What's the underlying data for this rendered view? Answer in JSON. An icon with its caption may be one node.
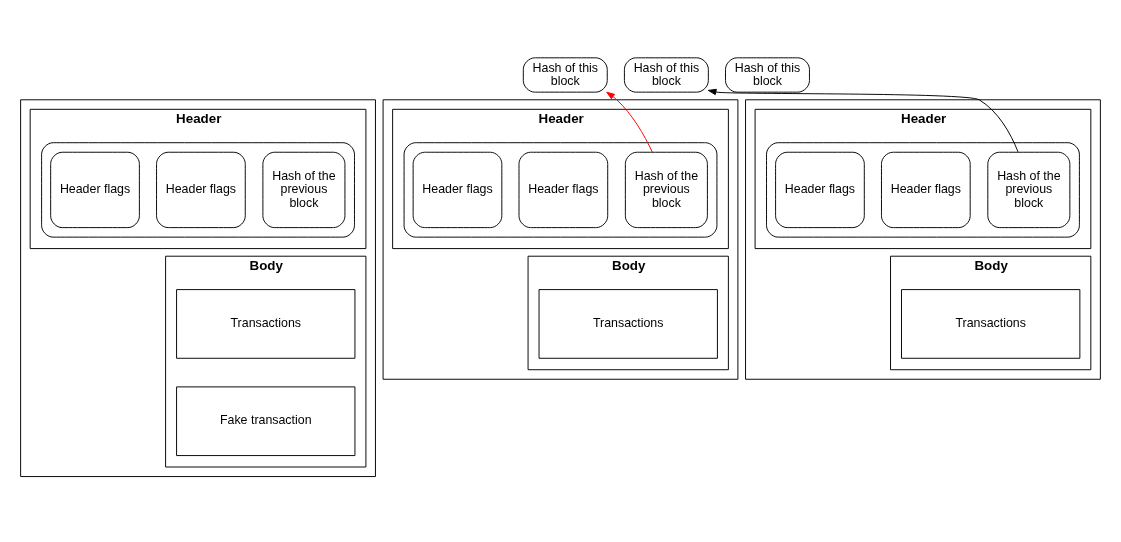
{
  "diagram": {
    "nodes": [
      {
        "text": [
          "Hash of this block"
        ]
      },
      {
        "text": [
          "Hash of this block"
        ]
      },
      {
        "text": [
          "Hash of this block"
        ]
      },
      {
        "text": [],
        "shape": "box"
      },
      {
        "text": [
          "Header"
        ],
        "in": 3
      },
      {
        "text": [],
        "shape": "box",
        "in": 4
      },
      {
        "text": [
          "Hash of the previous block"
        ],
        "in": 5
      },
      {
        "text": [
          "Header flags"
        ],
        "in": 5
      },
      {
        "text": [
          "Header flags"
        ],
        "in": 5
      },
      {
        "text": [
          "Body"
        ],
        "in": 3
      },
      {
        "text": [
          "Transactions"
        ],
        "in": 9
      },
      {
        "text": [
          "Fake transaction"
        ],
        "in": 9
      },
      {
        "text": [],
        "shape": "box"
      },
      {
        "text": [
          "Header"
        ],
        "in": 12
      },
      {
        "text": [],
        "shape": "box",
        "in": 13
      },
      {
        "text": [
          "Hash of the previous block"
        ],
        "in": 14
      },
      {
        "text": [
          "Header flags"
        ],
        "in": 14
      },
      {
        "text": [
          "Header flags"
        ],
        "in": 14
      },
      {
        "text": [
          "Body"
        ],
        "in": 12
      },
      {
        "text": [
          "Transactions"
        ],
        "in": 18
      },
      {
        "text": [],
        "shape": "box"
      },
      {
        "text": [
          "Header"
        ],
        "in": 20
      },
      {
        "text": [],
        "shape": "box",
        "in": 21
      },
      {
        "text": [
          "Hash of the previous block"
        ],
        "in": 22
      },
      {
        "text": [
          "Header flags"
        ],
        "in": 22
      },
      {
        "text": [
          "Header flags"
        ],
        "in": 22
      },
      {
        "text": [
          "Body"
        ],
        "in": 20
      },
      {
        "text": [
          "Transactions"
        ],
        "in": 26
      }
    ],
    "edges": [
      {
        "from": 15,
        "to": 0,
        "arrow": "to",
        "color": "#ff0000"
      },
      {
        "from": 23,
        "to": 1,
        "arrow": "to",
        "color": "#000000"
      }
    ]
  }
}
